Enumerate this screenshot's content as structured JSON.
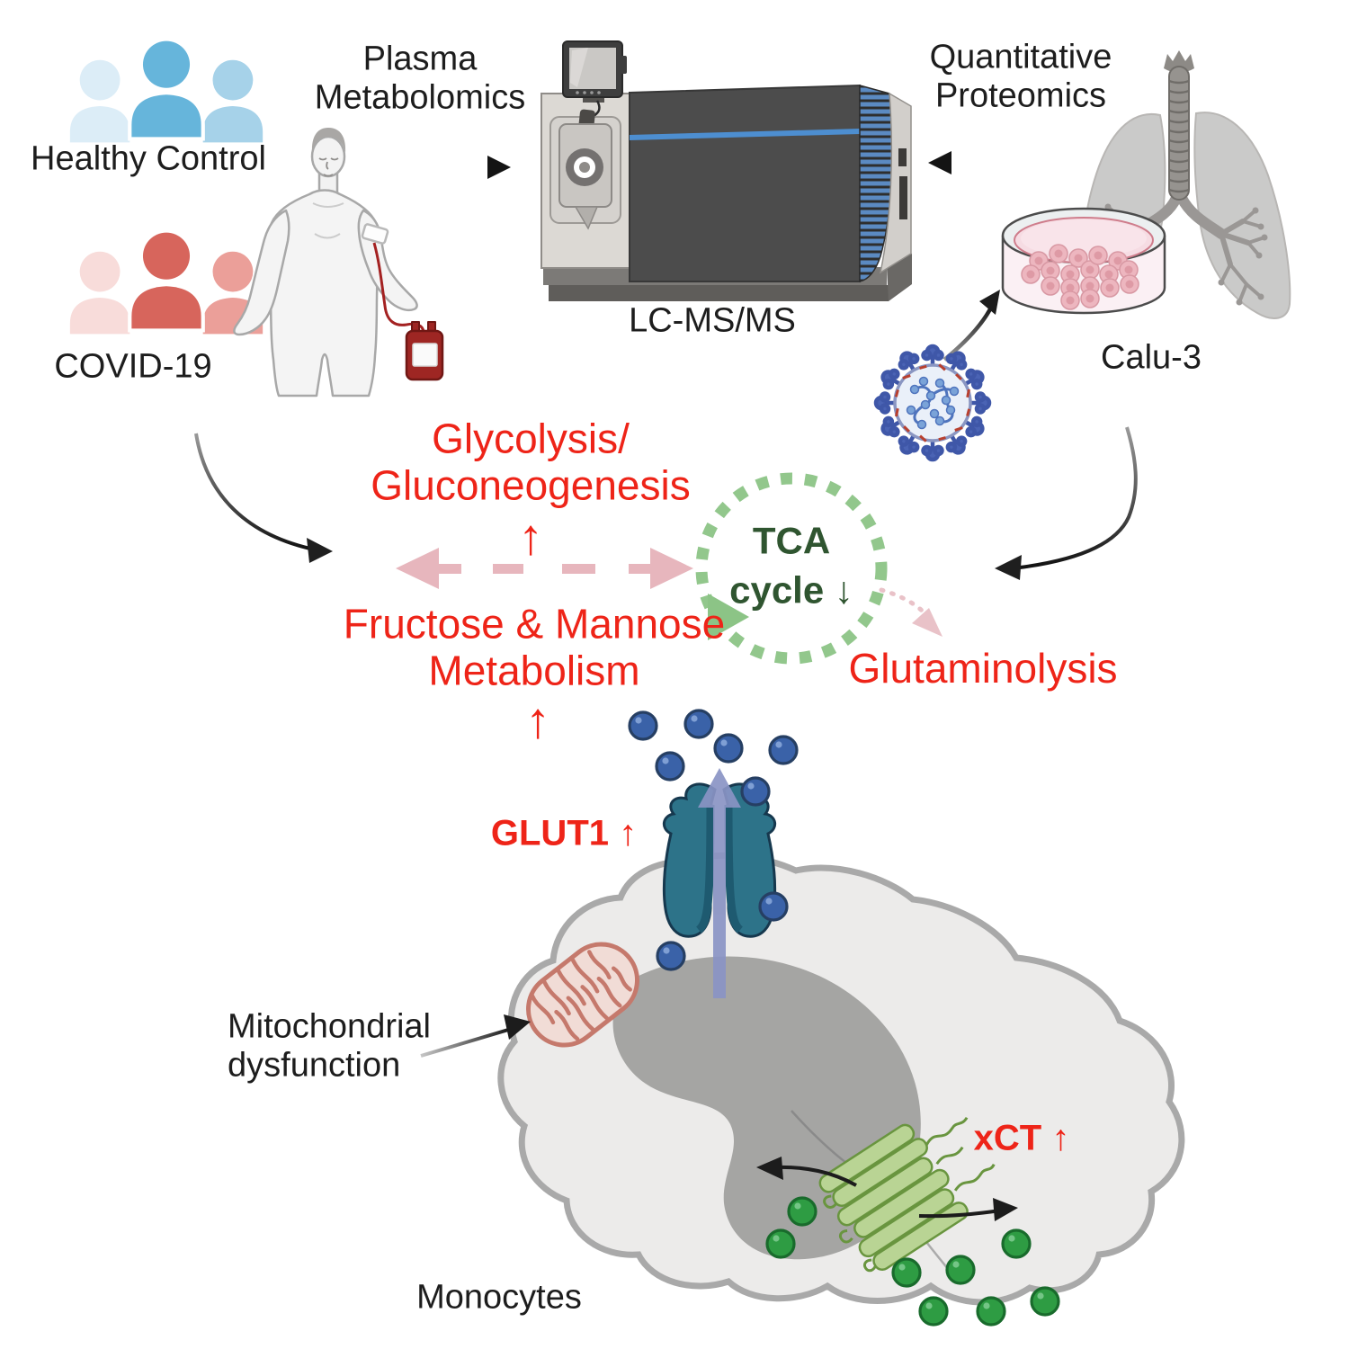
{
  "labels": {
    "healthy_control": "Healthy Control",
    "covid19": "COVID-19",
    "plasma_line1": "Plasma",
    "plasma_line2": "Metabolomics",
    "instrument": "LC-MS/MS",
    "proteomics_line1": "Quantitative",
    "proteomics_line2": "Proteomics",
    "cell_line": "Calu-3",
    "glycolysis_line1": "Glycolysis/",
    "glycolysis_line2": "Gluconeogenesis",
    "glycolysis_arrow": "↑",
    "fructose_line1": "Fructose & Mannose",
    "fructose_line2": "Metabolism",
    "fructose_arrow": "↑",
    "tca_line1": "TCA",
    "tca_line2": "cycle ↓",
    "glutaminolysis": "Glutaminolysis",
    "glut1": "GLUT1 ↑",
    "xct": "xCT ↑",
    "mito_line1": "Mitochondrial",
    "mito_line2": "dysfunction",
    "monocytes": "Monocytes"
  },
  "colors": {
    "red_text": "#ee2418",
    "tca_text_green": "#2f5530",
    "tca_circle_green": "#92c78c",
    "tca_arrowhead_green": "#8cc486",
    "pink_arrow": "#e7b6bd",
    "healthy_blue_main": "#66b5db",
    "healthy_blue_mid": "#a6d2e9",
    "healthy_blue_light": "#dcedf7",
    "covid_red_main": "#d7655c",
    "covid_red_mid": "#eb9f99",
    "covid_red_light": "#f8dcda",
    "glucose_dot_blue": "#3a62a8",
    "metabolite_dot_green": "#2e9c43",
    "glut1_teal": "#2d7389",
    "xct_green": "#b9d494",
    "cell_gray": "#ecebea",
    "nucleus_gray": "#a5a5a3",
    "mito_pink": "#f1dcd6",
    "machine_dark": "#4c4c4c",
    "machine_blue_stripe": "#4d8ed0",
    "blood_red": "#9e2623"
  },
  "icons": {
    "healthy_group": "people-group-icon",
    "covid_group": "people-group-icon",
    "patient": "human-body-icon",
    "blood_bag": "blood-bag-icon",
    "mass_spectrometer": "lcms-instrument-icon",
    "lungs": "lungs-icon",
    "petri_dish": "petri-dish-icon",
    "virus": "coronavirus-icon",
    "tca_cycle": "dashed-circle-icon",
    "glut1_transporter": "membrane-transporter-icon",
    "xct_transporter": "antiporter-barrel-icon",
    "mitochondrion": "mitochondrion-icon",
    "monocyte": "cell-icon"
  }
}
